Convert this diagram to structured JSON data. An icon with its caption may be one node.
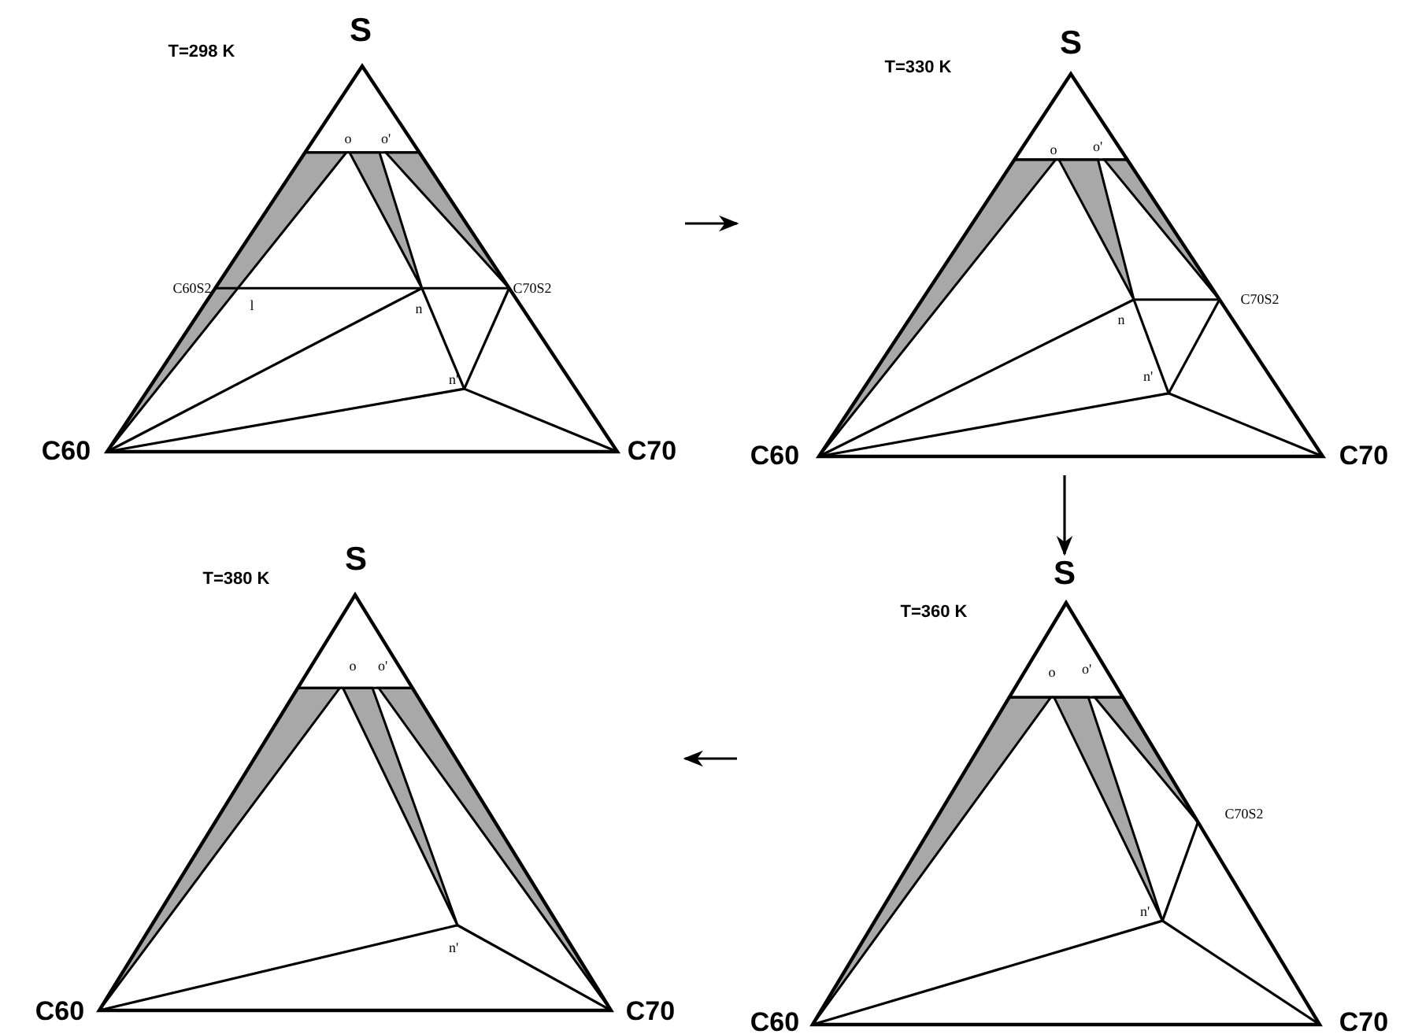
{
  "diagram": {
    "nodes": [
      {
        "text": [
          "T=298 K",
          "S",
          "C60",
          "C70",
          "o",
          "o'",
          "C60S2",
          "l",
          "C70S2",
          "n",
          "n'"
        ]
      },
      {
        "text": [
          "T=330 K",
          "S",
          "C60",
          "C70",
          "o",
          "o'",
          "C70S2",
          "n",
          "n'"
        ]
      },
      {
        "text": [
          "T=380 K",
          "S",
          "C60",
          "C70",
          "o",
          "o'",
          "n'"
        ]
      },
      {
        "text": [
          "T=360 K",
          "S",
          "C60",
          "C70",
          "o",
          "o'",
          "C70S2",
          "n'"
        ]
      }
    ],
    "edges": [
      {
        "from": 0,
        "to": 1,
        "arrow": "to"
      },
      {
        "from": 1,
        "to": 3,
        "arrow": "to"
      },
      {
        "from": 3,
        "to": 2,
        "arrow": "to"
      }
    ]
  }
}
